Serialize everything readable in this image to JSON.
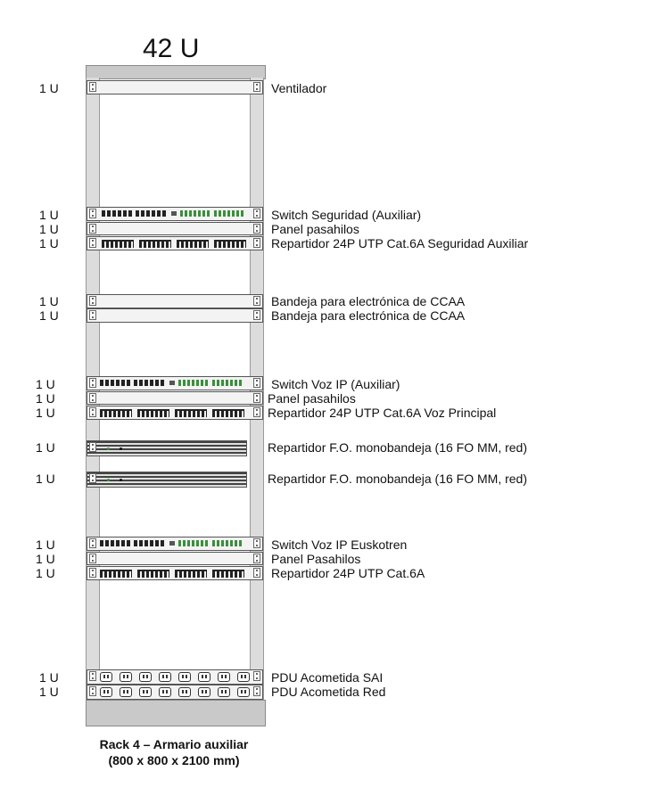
{
  "title": "42 U",
  "caption": {
    "line1": "Rack 4 – Armario auxiliar",
    "line2": "(800 x 800 x 2100 mm)"
  },
  "devices": [
    {
      "units": "1 U",
      "label": "Ventilador",
      "kind": "fan"
    },
    {
      "units": "1 U",
      "label": "Switch Seguridad (Auxiliar)",
      "kind": "switch"
    },
    {
      "units": "1 U",
      "label": "Panel pasahilos",
      "kind": "cable-panel"
    },
    {
      "units": "1 U",
      "label": "Repartidor 24P UTP Cat.6A Seguridad Auxiliar",
      "kind": "patch-panel"
    },
    {
      "units": "1 U",
      "label": "Bandeja para electrónica de CCAA",
      "kind": "tray"
    },
    {
      "units": "1 U",
      "label": "Bandeja para electrónica de CCAA",
      "kind": "tray"
    },
    {
      "units": "1 U",
      "label": "Switch Voz IP (Auxiliar)",
      "kind": "switch"
    },
    {
      "units": "1 U",
      "label": "Panel pasahilos",
      "kind": "cable-panel"
    },
    {
      "units": "1 U",
      "label": "Repartidor 24P UTP Cat.6A Voz Principal",
      "kind": "patch-panel"
    },
    {
      "units": "1 U",
      "label": "Repartidor F.O. monobandeja (16 FO MM, red)",
      "kind": "fiber-panel"
    },
    {
      "units": "1 U",
      "label": "Repartidor F.O. monobandeja (16 FO MM, red)",
      "kind": "fiber-panel"
    },
    {
      "units": "1 U",
      "label": "Switch Voz IP Euskotren",
      "kind": "switch"
    },
    {
      "units": "1 U",
      "label": "Panel Pasahilos",
      "kind": "cable-panel"
    },
    {
      "units": "1 U",
      "label": "Repartidor 24P UTP Cat.6A",
      "kind": "patch-panel"
    },
    {
      "units": "1 U",
      "label": "PDU Acometida SAI",
      "kind": "pdu"
    },
    {
      "units": "1 U",
      "label": "PDU Acometida Red",
      "kind": "pdu"
    }
  ]
}
